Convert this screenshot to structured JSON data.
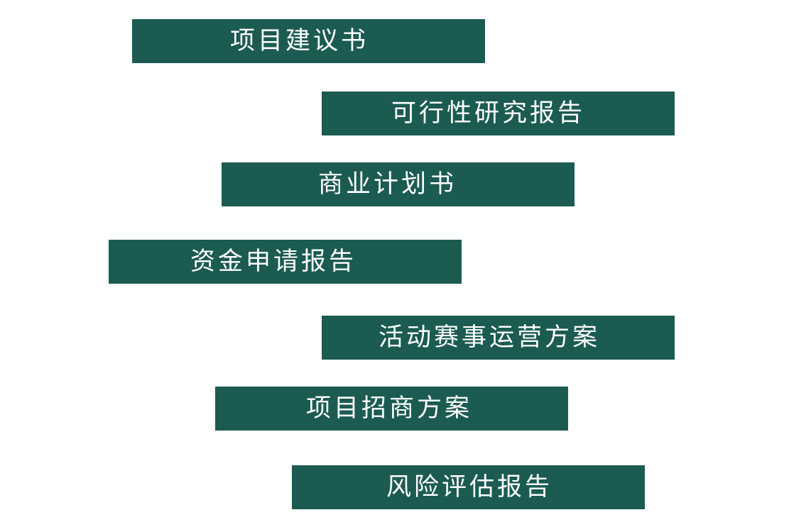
{
  "items": [
    {
      "label": "项目建议书"
    },
    {
      "label": "可行性研究报告"
    },
    {
      "label": "商业计划书"
    },
    {
      "label": "资金申请报告"
    },
    {
      "label": "活动赛事运营方案"
    },
    {
      "label": "项目招商方案"
    },
    {
      "label": "风险评估报告"
    }
  ],
  "colors": {
    "bar": "#1b5b52",
    "text": "#ffffff",
    "background": "#ffffff"
  }
}
